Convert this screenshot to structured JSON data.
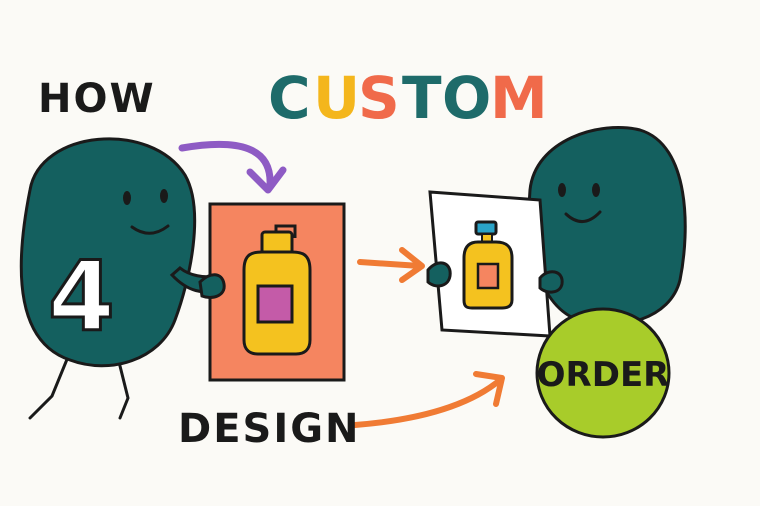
{
  "words": {
    "how": "HOW",
    "custom": [
      "C",
      "U",
      "S",
      "T",
      "O",
      "M"
    ],
    "four": "4",
    "design": "DESIGN",
    "order": "ORDER"
  },
  "colors": {
    "background": "#fbfaf6",
    "character": "#14605f",
    "outline": "#1a1a1a",
    "purple_arrow": "#8e5bc4",
    "orange_arrow": "#f07b34",
    "design_card": "#f58560",
    "bottle": "#f4c21f",
    "bottle_label_left": "#c45ba8",
    "bottle_label_right": "#f58560",
    "bottle_cap_right": "#2aa3c7",
    "order_badge": "#a8cc2a",
    "custom_letters": [
      "#1e6b6a",
      "#f4b61c",
      "#f06a4a",
      "#1e6b6a",
      "#1e6b6a",
      "#f06a4a"
    ]
  },
  "icons": [
    "purple-curved-arrow-icon",
    "orange-arrow-icon",
    "orange-curved-arrow-icon",
    "perfume-bottle-icon"
  ]
}
